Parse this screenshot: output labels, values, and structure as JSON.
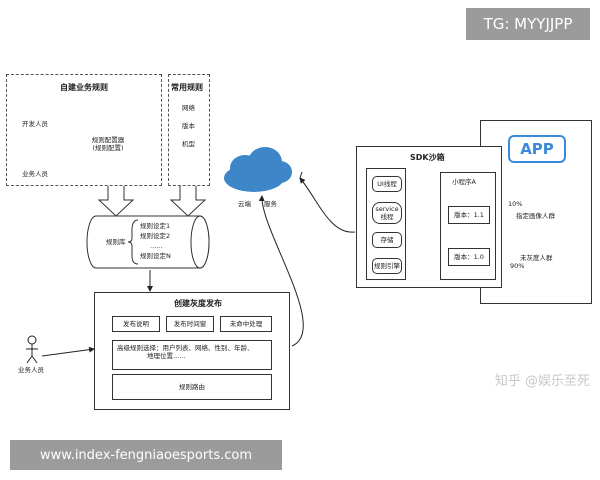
{
  "watermarks": {
    "telegram": "TG: MYYJJPP",
    "website": "www.index-fengniaoesports.com",
    "zhihu": "知乎 @娱乐至死"
  },
  "self_rules": {
    "title": "自建业务规则",
    "developer": "开发人员",
    "business_person": "业务人员",
    "configurator_line1": "规则配置器",
    "configurator_line2": "(规则配置)"
  },
  "common_rules": {
    "title": "常用规则",
    "items": [
      "网络",
      "版本",
      "机型"
    ]
  },
  "rule_library": {
    "label": "规则库",
    "settings": [
      "规则设定1",
      "规则设定2",
      "......",
      "规则设定N"
    ]
  },
  "cloud": {
    "label1": "云端",
    "label2": "服务"
  },
  "sdk": {
    "title": "SDK沙箱",
    "items": [
      "UI线程",
      "service\n线程",
      "存储",
      "规则引擎"
    ],
    "mini_program": "小程序A",
    "version_1": "版本：1.1",
    "version_2": "版本：1.0"
  },
  "app": {
    "badge": "APP",
    "target_group": "指定画像人群",
    "ungray_group": "未灰度人群",
    "pct_10": "10%",
    "pct_90": "90%"
  },
  "gray_release": {
    "title": "创建灰度发布",
    "btn_desc": "发布说明",
    "btn_time": "发布时间窗",
    "btn_unhit": "未命中处理",
    "advanced_line1": "高级规则选择：用户列表、网络、性别、年龄、",
    "advanced_line2": "地理位置......",
    "routing": "规则路由",
    "business_person": "业务人员"
  }
}
